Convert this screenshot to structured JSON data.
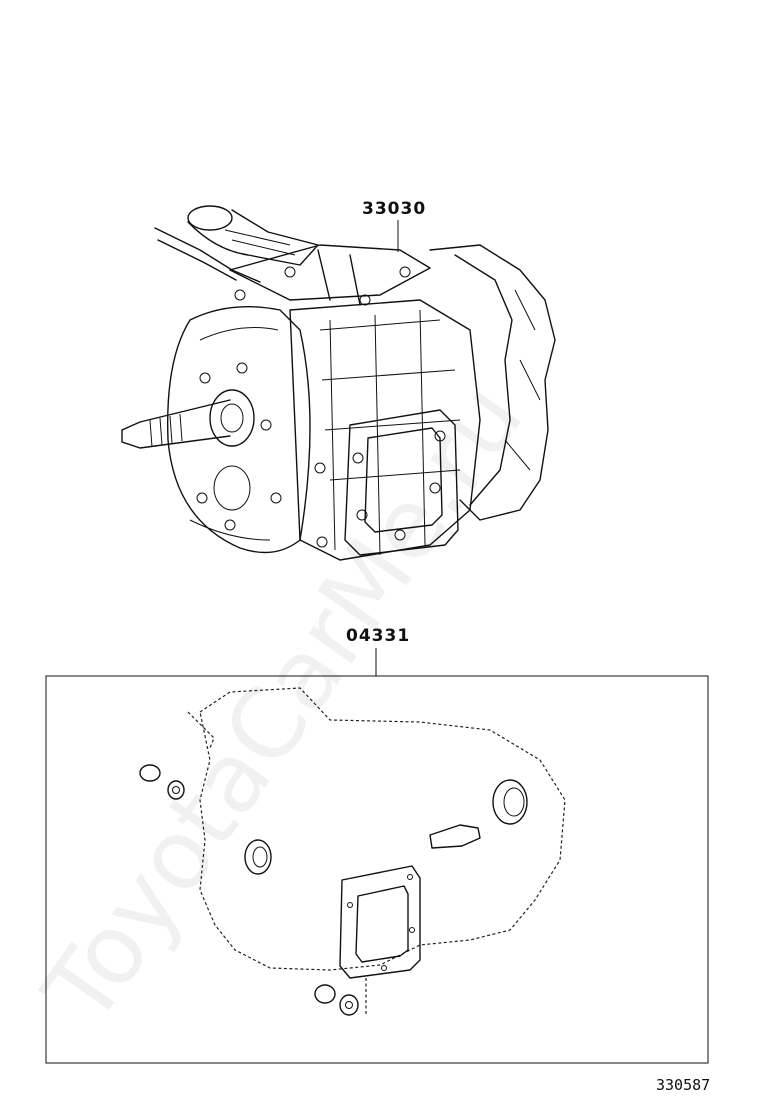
{
  "watermark": "ToyotaCarMe.ru",
  "assembly": {
    "part_number": "33030",
    "icon": "transmission-assembly-icon"
  },
  "gasket_kit": {
    "part_number": "04331",
    "icon": "gasket-kit-icon"
  },
  "diagram_id": "330587"
}
